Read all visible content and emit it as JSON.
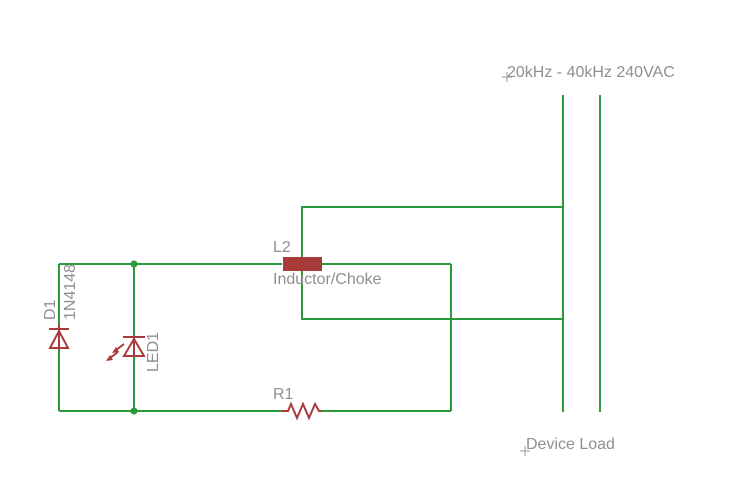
{
  "schematic": {
    "labels": {
      "source": "20kHz - 40kHz 240VAC",
      "load": "Device Load",
      "l2_name": "L2",
      "l2_value": "Inductor/Choke",
      "r1_name": "R1",
      "d1_name": "D1",
      "d1_value": "1N4148",
      "led1_name": "LED1"
    },
    "colors": {
      "wire": "#2a9a3a",
      "component": "#a83a3a",
      "label": "#8f8f8f"
    }
  }
}
